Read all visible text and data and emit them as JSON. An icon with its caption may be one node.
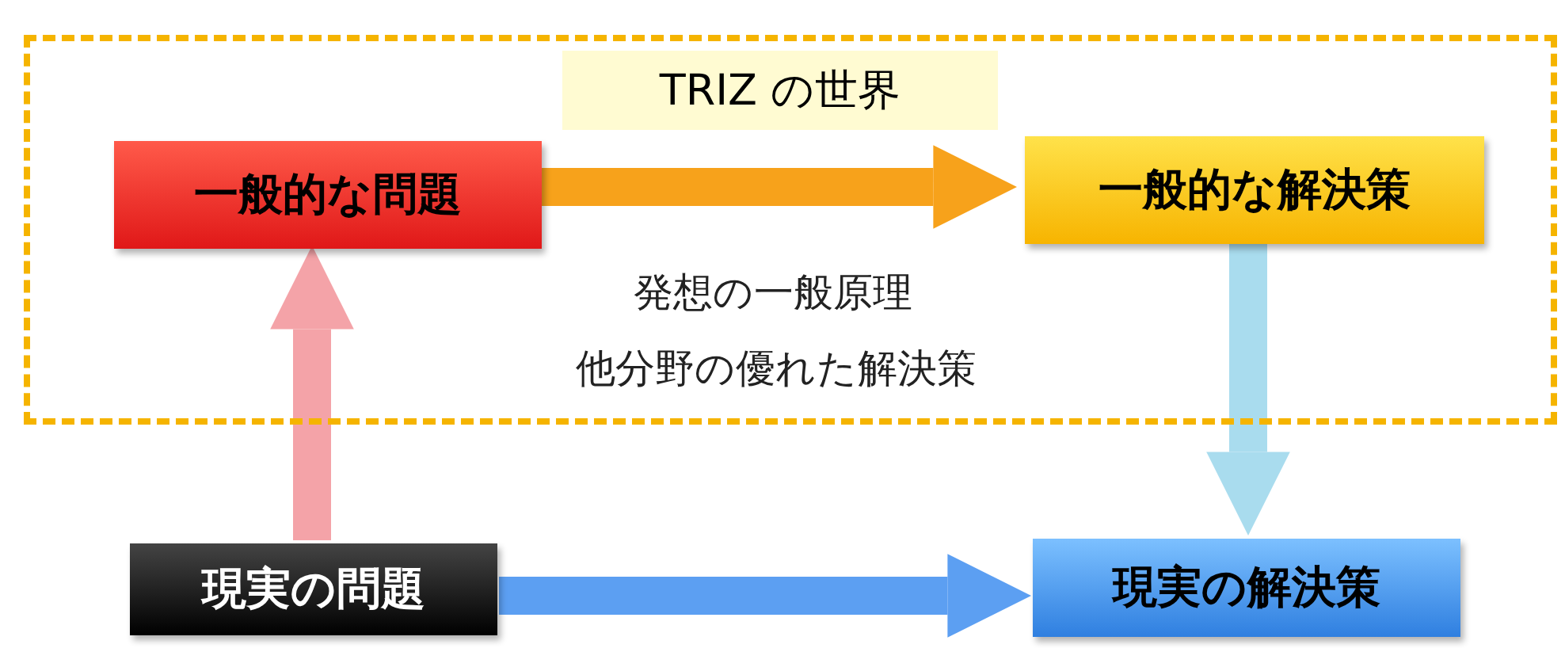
{
  "diagram": {
    "nodes": [
      {
        "text": [
          "TRIZ の世界"
        ]
      },
      {
        "text": [
          "一般的な問題"
        ],
        "in": 0
      },
      {
        "text": [
          "一般的な解決策"
        ],
        "in": 0
      },
      {
        "text": [
          "現実の問題"
        ]
      },
      {
        "text": [
          "現実の解決策"
        ]
      }
    ],
    "edges": [
      {
        "from": 1,
        "to": 2,
        "arrow": "to",
        "color": "#f7a21b"
      },
      {
        "from": 3,
        "to": 1,
        "arrow": "to",
        "color": "#f4a3a8"
      },
      {
        "from": 2,
        "to": 4,
        "arrow": "to",
        "color": "#a9dcee"
      },
      {
        "from": 3,
        "to": 4,
        "arrow": "to",
        "color": "#5c9ff2"
      }
    ],
    "labels": [
      "発想の一般原理",
      "他分野の優れた解決策"
    ]
  }
}
